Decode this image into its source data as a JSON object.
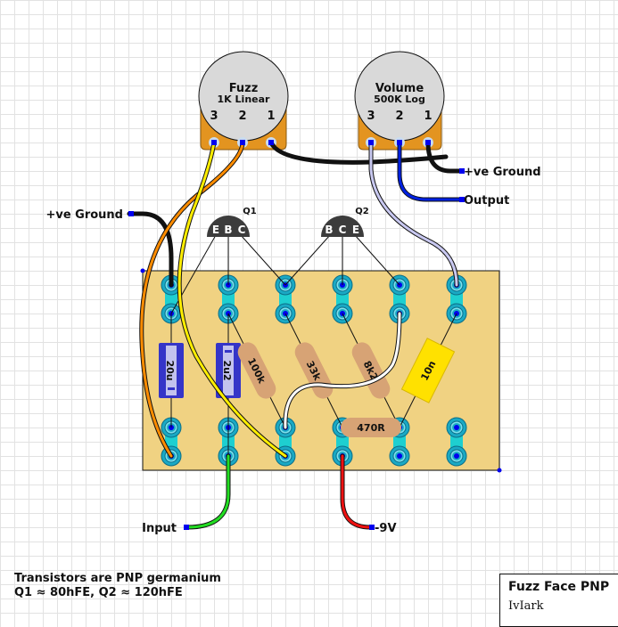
{
  "colors": {
    "board": "#f0d282",
    "strip": "#1ecfd0",
    "pad": "#1aa9c4",
    "pot_body": "#d9d9d9",
    "pot_lug": "#e39420",
    "transistor": "#3c3c3c",
    "resistor": "#d7a375",
    "cap_elec": "#3535c8",
    "cap_elec_inner": "#c3c3ee",
    "cap_film": "#ffe100",
    "node": "#0000ee"
  },
  "pots": [
    {
      "id": "fuzz",
      "name": "Fuzz",
      "value": "1K Linear",
      "lugs": [
        "3",
        "2",
        "1"
      ]
    },
    {
      "id": "volume",
      "name": "Volume",
      "value": "500K Log",
      "lugs": [
        "3",
        "2",
        "1"
      ]
    }
  ],
  "transistors": [
    {
      "id": "Q1",
      "label": "Q1",
      "pins": [
        "E",
        "B",
        "C"
      ]
    },
    {
      "id": "Q2",
      "label": "Q2",
      "pins": [
        "B",
        "C",
        "E"
      ]
    }
  ],
  "components": {
    "c1": "20u",
    "c2": "2u2",
    "r1": "100k",
    "r2": "33k",
    "r3": "8k2",
    "r4": "470R",
    "c3": "10n"
  },
  "connections": {
    "ground_left": "+ve Ground",
    "ground_right": "+ve Ground",
    "output": "Output",
    "input": "Input",
    "supply": "-9V"
  },
  "notes": {
    "line1": "Transistors are PNP germanium",
    "line2": "Q1 ≈ 80hFE, Q2 ≈ 120hFE"
  },
  "title": {
    "name": "Fuzz Face PNP",
    "author": "IvIark"
  }
}
